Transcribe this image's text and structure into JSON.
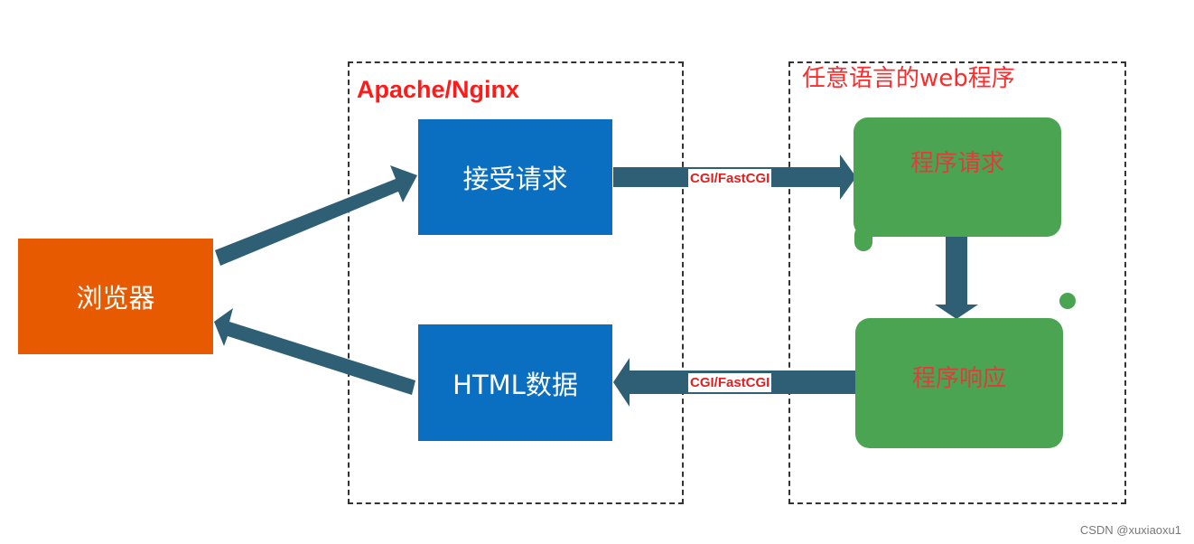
{
  "groups": {
    "server_title": "Apache/Nginx",
    "app_title": "任意语言的web程序"
  },
  "nodes": {
    "browser": "浏览器",
    "accept": "接受请求",
    "html_data": "HTML数据",
    "program_request": "程序请求",
    "program_response": "程序响应"
  },
  "edges": {
    "cgi_forward": "CGI/FastCGI",
    "cgi_backward": "CGI/FastCGI"
  },
  "watermark": "CSDN @xuxiaoxu1",
  "colors": {
    "browser": "#e85a00",
    "server_node": "#0a6fc0",
    "app_node": "#4ba452",
    "arrow": "#2e5f74",
    "title_red": "#ff1a1a"
  }
}
